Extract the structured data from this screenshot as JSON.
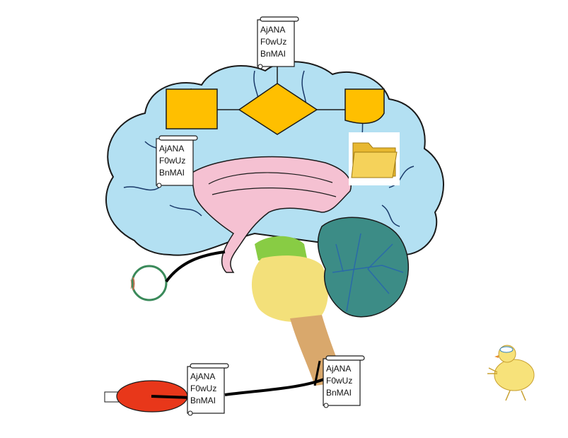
{
  "scrolls": {
    "top": [
      "AjANA",
      "F0wUz",
      "BnMAI"
    ],
    "left": [
      "AjANA",
      "F0wUz",
      "BnMAI"
    ],
    "bottom_left": [
      "AjANA",
      "F0wUz",
      "BnMAI"
    ],
    "bottom_right": [
      "AjANA",
      "F0wUz",
      "BnMAI"
    ]
  },
  "colors": {
    "cerebrum": "#b3e0f2",
    "cerebrum_outline": "#1a1a1a",
    "corpus": "#f5c1d2",
    "midbrain": "#88cc44",
    "pons": "#f3e07a",
    "brainstem": "#d9a86c",
    "cerebellum": "#3c8c86",
    "cerebellum_vein": "#2a6aa8",
    "flowchart_fill": "#ffbf00",
    "muscle": "#e8371a",
    "eye": "#3a8a5a",
    "folder": "#f5d25a"
  },
  "icons": {
    "folder": "folder-icon",
    "chick": "chick-icon",
    "eye": "eye-icon",
    "muscle": "muscle-icon"
  }
}
